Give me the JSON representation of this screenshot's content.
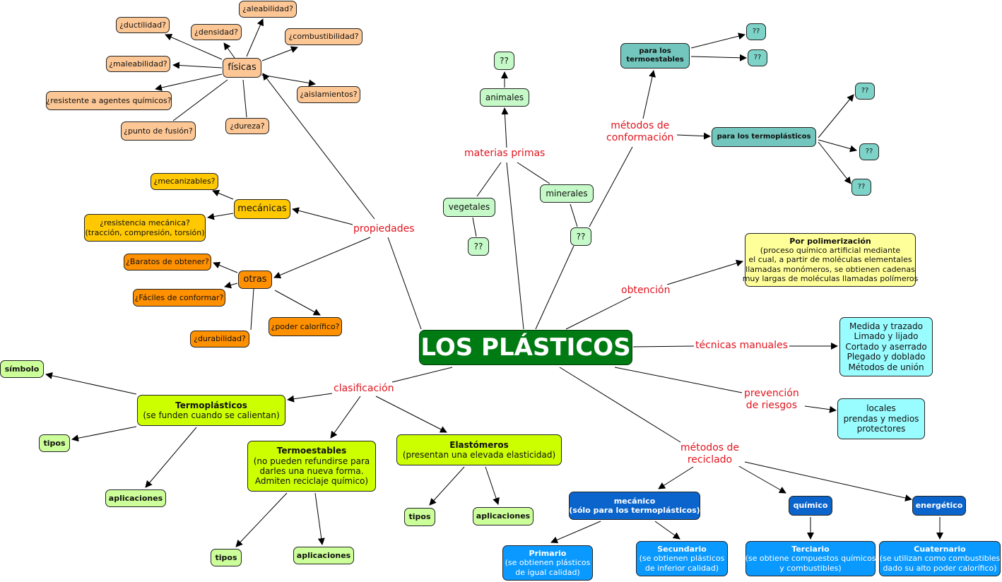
{
  "root": {
    "id": "root",
    "text": "LOS PLÁSTICOS"
  },
  "colors": {
    "root": "#007a12",
    "linking_phrase": "#e0141e",
    "fisicas": "#fdc795",
    "mecanicas": "#ffc800",
    "otras": "#ff9000",
    "materias": "#c5fac8",
    "conformacion": "#72c6bd",
    "obtencion": "#ffff99",
    "tecnicas": "#99fcff",
    "clasificacion": "#ccff00",
    "clasificacion_sub": "#ccff99",
    "reciclado": "#0a64cc",
    "reciclado_sub": "#0a99ff"
  },
  "linking_phrases": {
    "propiedades": "propiedades",
    "materias_primas": "materias primas",
    "metodos_conformacion": [
      "métodos de",
      "conformación"
    ],
    "obtencion": "obtención",
    "tecnicas_manuales": "técnicas manuales",
    "prevencion_riesgos": [
      "prevención",
      "de riesgos"
    ],
    "clasificacion": "clasificación",
    "metodos_reciclado": [
      "métodos de",
      "reciclado"
    ]
  },
  "propiedades": {
    "fisicas": {
      "label": "físicas",
      "items": [
        "¿ductilidad?",
        "¿densidad?",
        "¿aleabilidad?",
        "¿combustibilidad?",
        "¿maleabilidad?",
        "¿aislamientos?",
        "¿resistente a agentes químicos?",
        "¿punto de fusión?",
        "¿dureza?"
      ]
    },
    "mecanicas": {
      "label": "mecánicas",
      "items": [
        "¿mecanizables?",
        [
          "¿resistencia mecánica?",
          "(tracción, compresión, torsión)"
        ]
      ]
    },
    "otras": {
      "label": "otras",
      "items": [
        "¿Baratos de obtener?",
        "¿Fáciles de conformar?",
        "¿durabilidad?",
        "¿poder calorífico?"
      ]
    }
  },
  "materias_primas": {
    "animales": "animales",
    "animales_child": "??",
    "vegetales": "vegetales",
    "vegetales_child": "??",
    "minerales": "minerales",
    "minerales_child": "??"
  },
  "conformacion": {
    "termoestables": [
      "para los",
      "termoestables"
    ],
    "termoestables_children": [
      "??",
      "??"
    ],
    "termoplasticos": "para los termoplásticos",
    "termoplasticos_children": [
      "??",
      "??",
      "??"
    ]
  },
  "obtencion": {
    "title": "Por polimerización",
    "lines": [
      "(proceso químico artificial mediante",
      "el cual, a partir de moléculas elementales",
      "llamadas monómeros, se obtienen cadenas",
      "muy largas de moléculas llamadas polímeros"
    ]
  },
  "tecnicas_manuales": [
    "Medida y trazado",
    "Limado y lijado",
    "Cortado y aserrado",
    "Plegado y doblado",
    "Métodos de unión"
  ],
  "prevencion": [
    "locales",
    "prendas y medios",
    "protectores"
  ],
  "clasificacion": {
    "termoplasticos": {
      "title": "Termoplásticos",
      "desc": [
        "(se funden cuando se calientan)"
      ],
      "children": [
        "símbolo",
        "tipos",
        "aplicaciones"
      ]
    },
    "termoestables": {
      "title": "Termoestables",
      "desc": [
        "(no pueden refundirse para",
        "darles una nueva forma.",
        "Admiten reciclaje químico)"
      ],
      "children": [
        "tipos",
        "aplicaciones"
      ]
    },
    "elastomeros": {
      "title": "Elastómeros",
      "desc": [
        "(presentan una elevada elasticidad)"
      ],
      "children": [
        "tipos",
        "aplicaciones"
      ]
    }
  },
  "reciclado": {
    "mecanico": [
      "mecánico",
      "(sólo para los termoplásticos)"
    ],
    "quimico": "químico",
    "energetico": "energético",
    "primario": {
      "title": "Primario",
      "desc": [
        "(se obtienen plásticos",
        "de igual calidad)"
      ]
    },
    "secundario": {
      "title": "Secundario",
      "desc": [
        "(se obtienen plásticos",
        "de inferior calidad)"
      ]
    },
    "terciario": {
      "title": "Terciario",
      "desc": [
        "(se obtiene compuestos químicos",
        "y combustibles)"
      ]
    },
    "cuaternario": {
      "title": "Cuaternario",
      "desc": [
        "(se utilizan como combustibles",
        "dado su alto poder calorífico)"
      ]
    }
  }
}
